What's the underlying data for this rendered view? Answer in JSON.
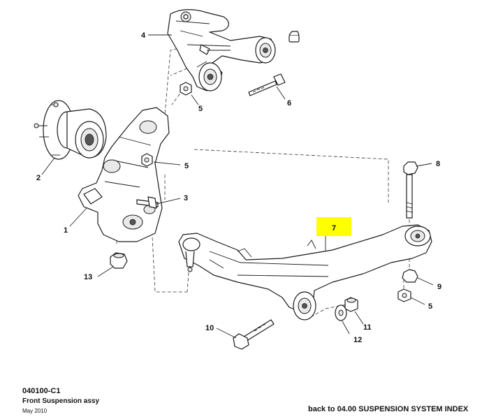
{
  "diagram": {
    "callouts": {
      "upper_arm": "4",
      "upper_nut": "5",
      "upper_bolt": "6",
      "hub": "2",
      "knuckle_nut": "5",
      "knuckle_bolt": "3",
      "knuckle": "1",
      "lower_arm": "7",
      "stud_bolt": "8",
      "bushing_nut": "9",
      "bushing_washer_nut": "5",
      "ball_joint_nut": "13",
      "lower_bolt": "10",
      "lower_nut": "11",
      "lower_washer": "12"
    },
    "highlight_color": "#ffff00"
  },
  "footer": {
    "code": "040100-C1",
    "title": "Front Suspension assy",
    "date": "May 2010",
    "back_link": "back to 04.00 SUSPENSION SYSTEM INDEX"
  }
}
